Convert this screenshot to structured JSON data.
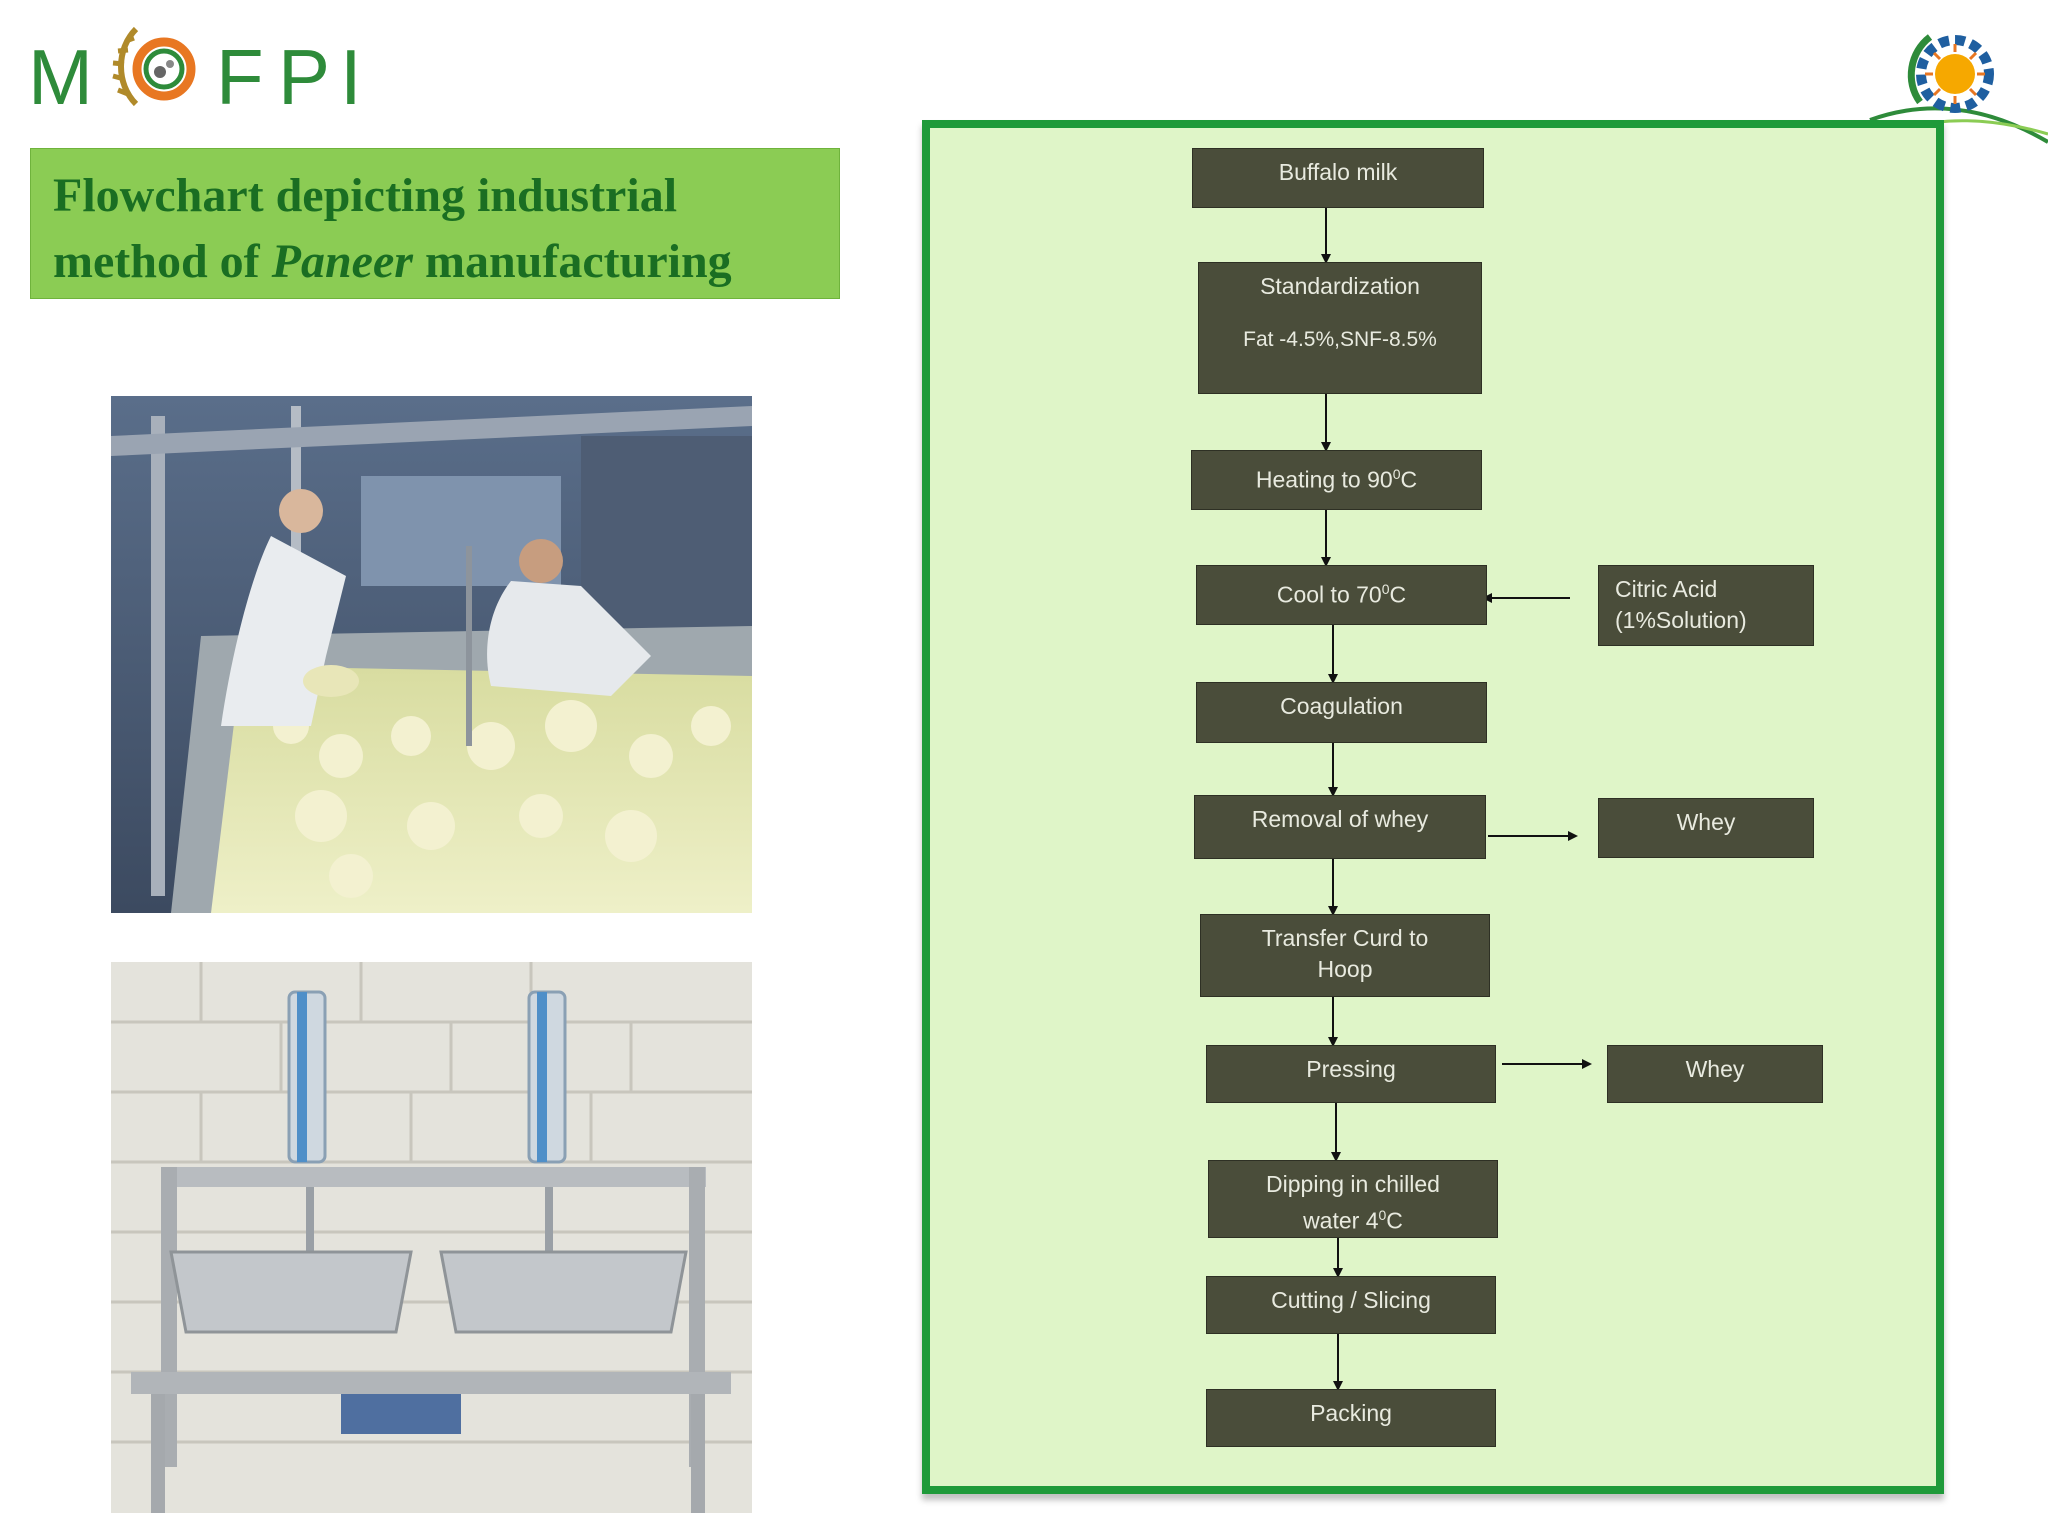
{
  "logo": {
    "letters": [
      "M",
      "F",
      "P",
      "I"
    ]
  },
  "title": {
    "line1": "Flowchart depicting industrial",
    "line2_prefix": "method of ",
    "line2_italic": "Paneer",
    "line2_suffix": " manufacturing"
  },
  "flowchart": {
    "nodes": {
      "buffalo_milk": "Buffalo milk",
      "standardization": "Standardization",
      "standardization_sub": "Fat -4.5%,SNF-8.5%",
      "heating": "Heating to 90",
      "heating_sup": "0",
      "heating_unit": "C",
      "cool": "Cool to 70",
      "cool_sup": "0",
      "cool_unit": "C",
      "citric_acid_1": "Citric Acid",
      "citric_acid_2": "(1%Solution)",
      "coagulation": "Coagulation",
      "removal_whey": "Removal of whey",
      "whey_1": "Whey",
      "transfer_1": "Transfer Curd to",
      "transfer_2": "Hoop",
      "pressing": "Pressing",
      "whey_2": "Whey",
      "dipping_1": "Dipping in chilled",
      "dipping_2": "water 4",
      "dipping_sup": "0",
      "dipping_unit": "C",
      "cutting": "Cutting / Slicing",
      "packing": "Packing"
    }
  },
  "colors": {
    "title_bg": "#8bcc54",
    "title_text": "#1a6e22",
    "panel_bg": "#dff5c8",
    "panel_border": "#1f9a3a",
    "node_bg": "#4a4d3a",
    "node_text": "#e8eadf"
  }
}
